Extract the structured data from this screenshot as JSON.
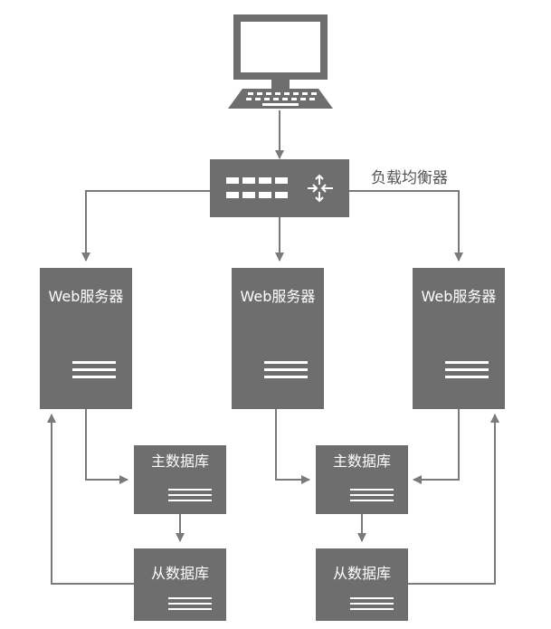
{
  "load_balancer": {
    "label": "负载均衡器"
  },
  "web_servers": [
    {
      "label": "Web服务器"
    },
    {
      "label": "Web服务器"
    },
    {
      "label": "Web服务器"
    }
  ],
  "master_dbs": [
    {
      "label": "主数据库"
    },
    {
      "label": "主数据库"
    }
  ],
  "slave_dbs": [
    {
      "label": "从数据库"
    },
    {
      "label": "从数据库"
    }
  ],
  "colors": {
    "box": "#6e6e6e",
    "line": "#7a7a7a",
    "text_on_box": "#ffffff"
  }
}
